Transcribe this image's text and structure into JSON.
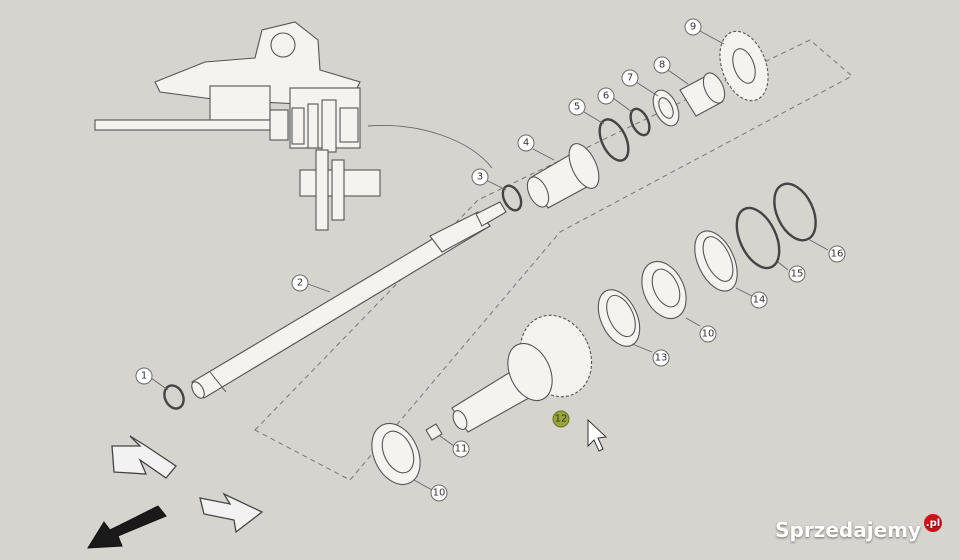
{
  "callouts": [
    {
      "id": "c1",
      "label": "1"
    },
    {
      "id": "c2",
      "label": "2"
    },
    {
      "id": "c3",
      "label": "3"
    },
    {
      "id": "c4",
      "label": "4"
    },
    {
      "id": "c5",
      "label": "5"
    },
    {
      "id": "c6",
      "label": "6"
    },
    {
      "id": "c7",
      "label": "7"
    },
    {
      "id": "c8",
      "label": "8"
    },
    {
      "id": "c9",
      "label": "9"
    },
    {
      "id": "c10a",
      "label": "10"
    },
    {
      "id": "c10b",
      "label": "10"
    },
    {
      "id": "c11",
      "label": "11"
    },
    {
      "id": "c12",
      "label": "12"
    },
    {
      "id": "c13",
      "label": "13"
    },
    {
      "id": "c14",
      "label": "14"
    },
    {
      "id": "c15",
      "label": "15"
    },
    {
      "id": "c16",
      "label": "16"
    }
  ],
  "watermark": {
    "brand": "Sprzedajemy",
    "tld": ".pl"
  },
  "colors": {
    "background": "#d6d4cf",
    "line": "#444444",
    "highlight": "#9aa536",
    "watermark_badge": "#d0121b"
  }
}
